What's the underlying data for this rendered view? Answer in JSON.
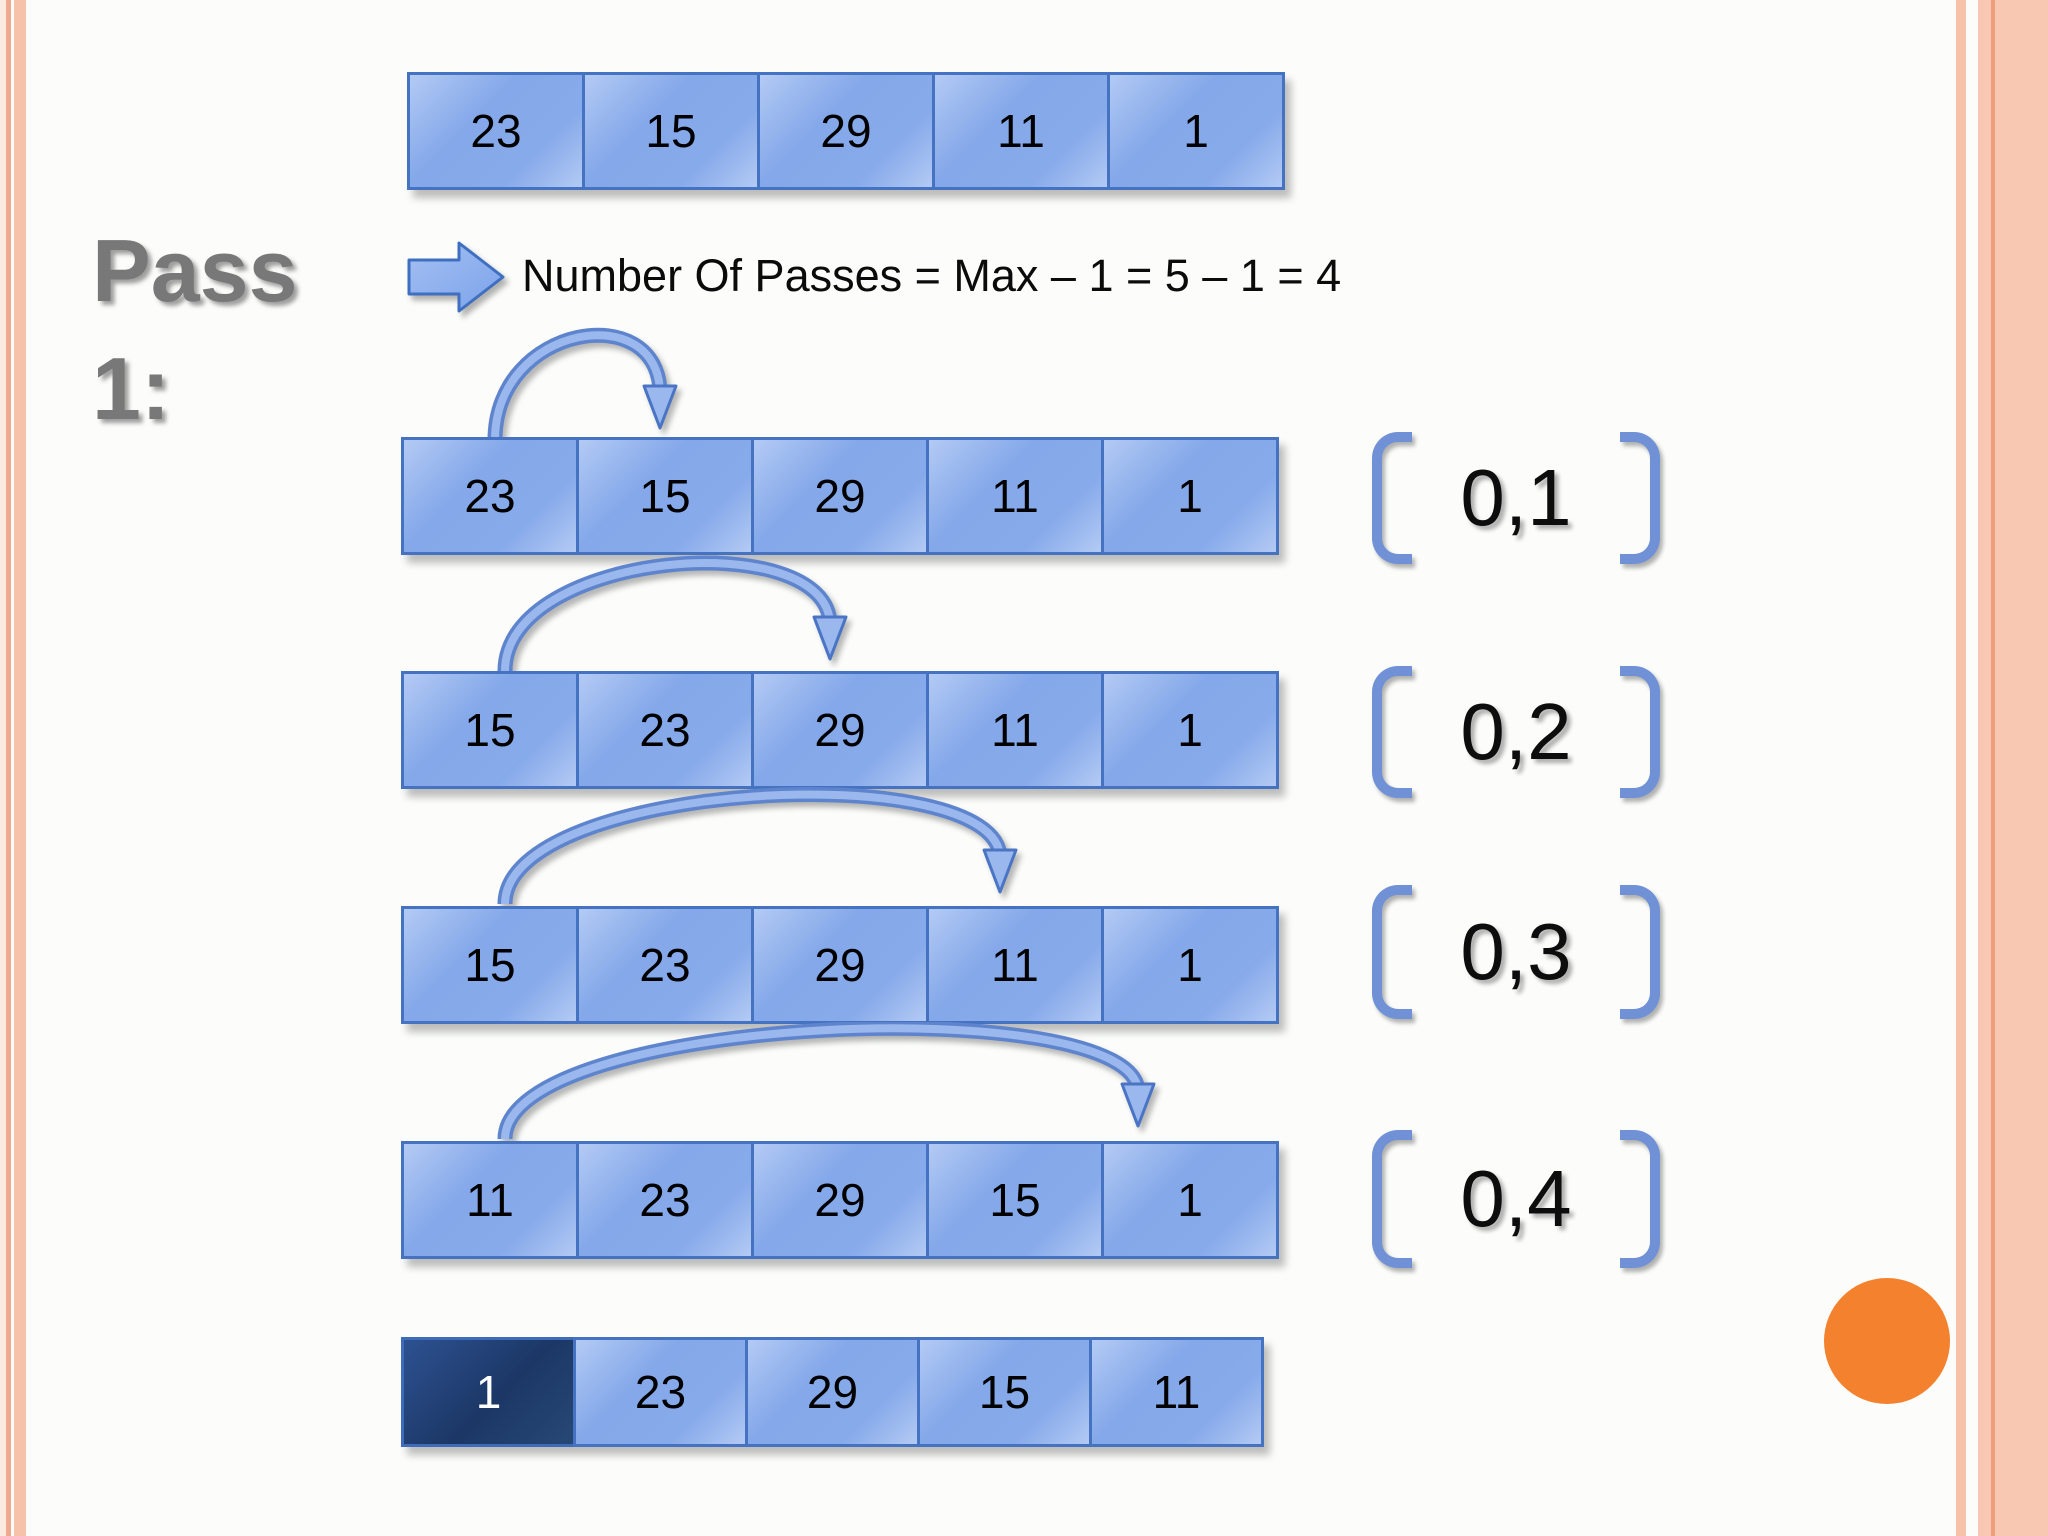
{
  "pass_label": {
    "line1": "Pass",
    "line2": "1:"
  },
  "formula": "Number Of Passes =  Max – 1 = 5 – 1 = 4",
  "initial_array": {
    "cells": [
      "23",
      "15",
      "29",
      "11",
      "1"
    ]
  },
  "steps": [
    {
      "cells": [
        "23",
        "15",
        "29",
        "11",
        "1"
      ],
      "compare_indices": "0,1",
      "swap_from": 0,
      "swap_to": 1
    },
    {
      "cells": [
        "15",
        "23",
        "29",
        "11",
        "1"
      ],
      "compare_indices": "0,2",
      "swap_from": 0,
      "swap_to": 2
    },
    {
      "cells": [
        "15",
        "23",
        "29",
        "11",
        "1"
      ],
      "compare_indices": "0,3",
      "swap_from": 0,
      "swap_to": 3
    },
    {
      "cells": [
        "11",
        "23",
        "29",
        "15",
        "1"
      ],
      "compare_indices": "0,4",
      "swap_from": 0,
      "swap_to": 4
    }
  ],
  "final_array": {
    "cells": [
      "1",
      "23",
      "29",
      "15",
      "11"
    ],
    "highlighted_index": 0
  },
  "colors": {
    "cell_blue": "#84a8e9",
    "cell_border_blue": "#4672c2",
    "highlight_navy": "#1c3766",
    "bracket_blue": "#7191d6",
    "arrow_blue": "#9ab7ee",
    "pass_label_gray": "#787878",
    "edge_stripe_salmon": "#f6c2aa",
    "circle_orange": "#f4812d"
  }
}
